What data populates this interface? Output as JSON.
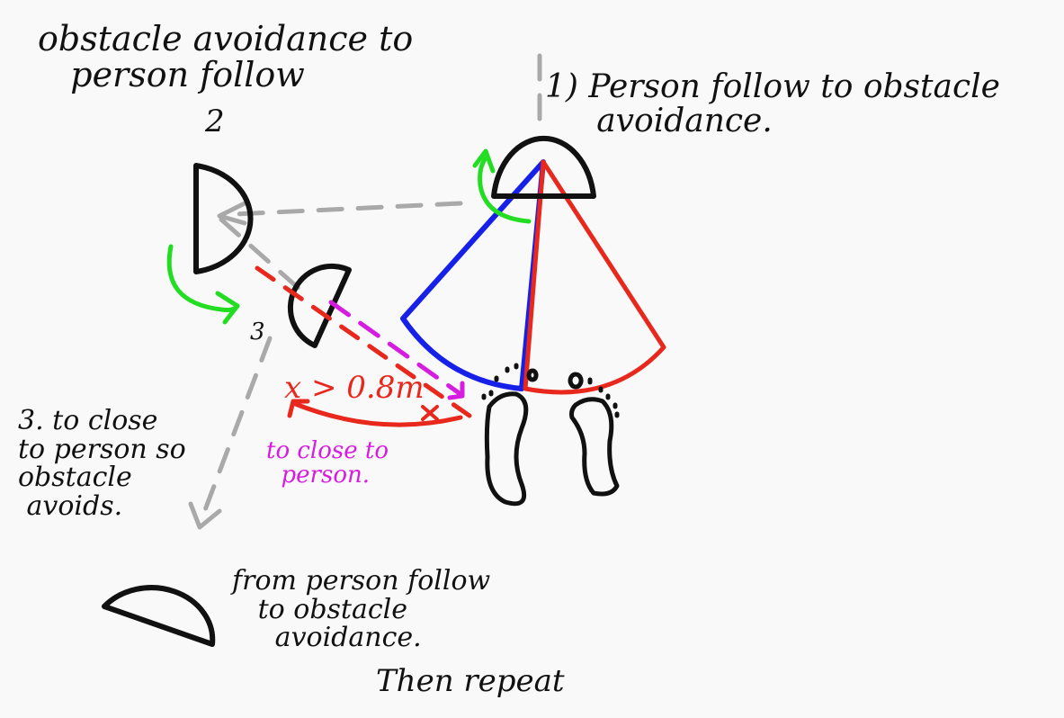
{
  "notes": {
    "title": "obstacle avoidance to\n   person follow",
    "step_two_number": "2",
    "step_one": "1) Person follow to obstacle\n     avoidance.",
    "step_three_number": "3",
    "step_three": "3. to close\nto person so\nobstacle\n avoids.",
    "from_follow": "from person follow\n   to obstacle\n     avoidance.",
    "then_repeat": "Then repeat",
    "distance_label": "x > 0.8m",
    "too_close": "to close to\n  person."
  },
  "colors": {
    "ink": "#111111",
    "dashed_path": "#a9a9a9",
    "follow_cone_left": "#1620e6",
    "follow_cone_right": "#e8281c",
    "rotate_arrow": "#22dd22",
    "distance": "#e8281c",
    "too_close": "#d61ce0"
  }
}
